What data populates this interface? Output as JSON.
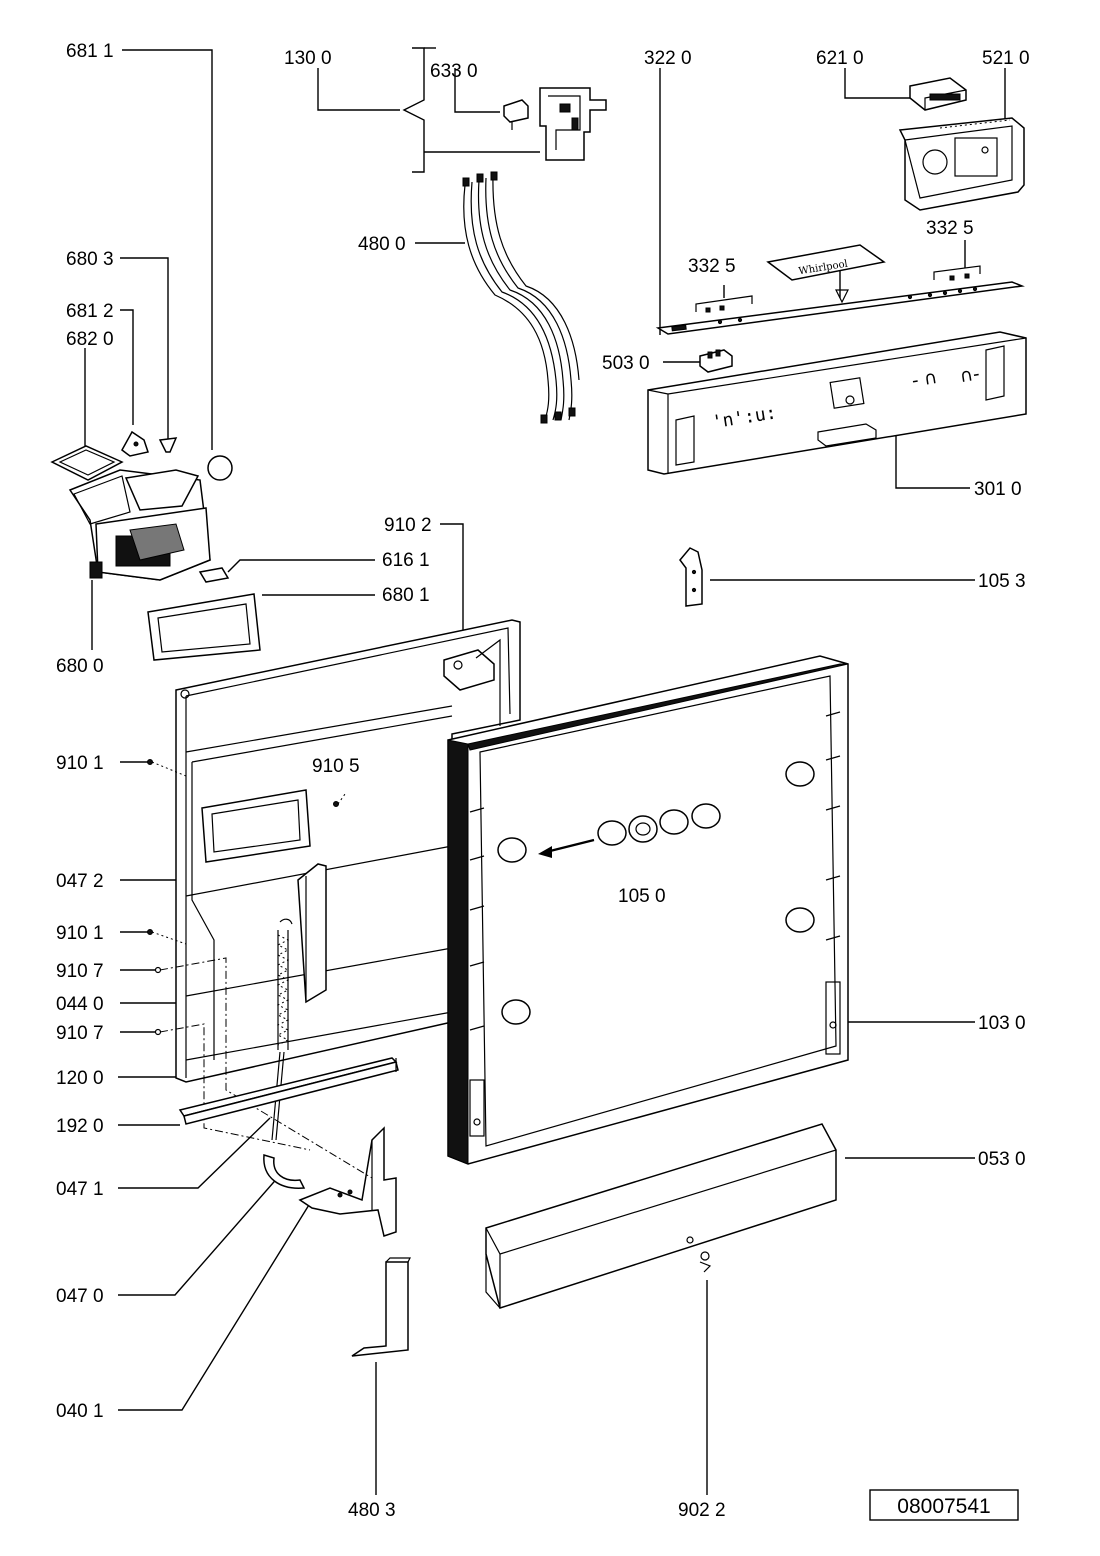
{
  "labels": {
    "l6811": "681 1",
    "l1300": "130 0",
    "l6330": "633 0",
    "l3220": "322  0",
    "l6210": "621 0",
    "l5210": "521 0",
    "l4800": "480 0",
    "l6803": "680 3",
    "l6812": "681 2",
    "l6820": "682 0",
    "l3325a": "332  5",
    "l3325b": "332  5",
    "l5030": "503  0",
    "l3010": "301 0",
    "l9102": "910 2",
    "l6161": "616 1",
    "l6801": "680 1",
    "l1053": "105 3",
    "l6800": "680 0",
    "l9101a": "910 1",
    "l9105": "910 5",
    "l0472": "047 2",
    "l1050": "105 0",
    "l9101b": "910 1",
    "l9107a": "910 7",
    "l0440": "044 0",
    "l9107b": "910 7",
    "l1030": "103 0",
    "l1200": "120 0",
    "l1920": "192 0",
    "l0530": "053 0",
    "l0471": "047 1",
    "l0470": "047 0",
    "l0401": "040 1",
    "l4803": "480 3",
    "l9022": "902 2"
  },
  "reference_number": "08007541",
  "brand_mark": "Whirlpool"
}
